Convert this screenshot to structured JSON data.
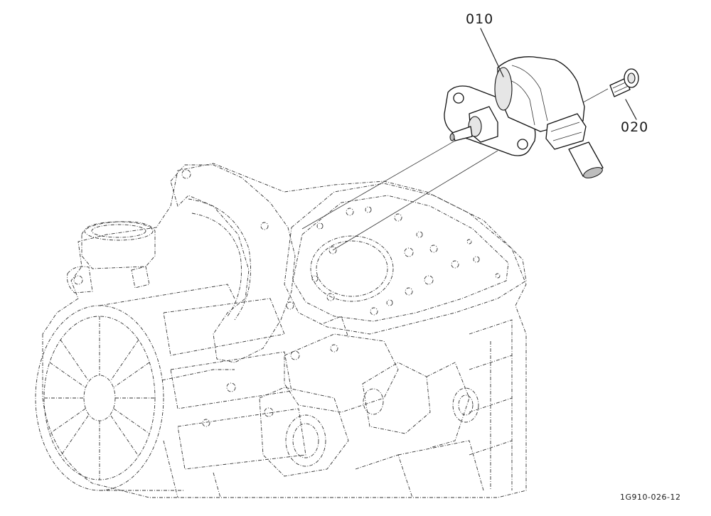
{
  "diagram": {
    "callouts": [
      {
        "id": "part-010",
        "label": "010"
      },
      {
        "id": "part-020",
        "label": "020"
      }
    ],
    "figure_code": "1G910-026-12",
    "colors": {
      "line": "#222222",
      "background": "#ffffff"
    }
  }
}
